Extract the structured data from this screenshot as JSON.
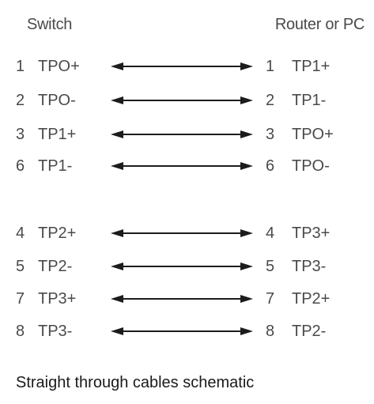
{
  "header": {
    "left_label": "Switch",
    "right_label": "Router or PC"
  },
  "colors": {
    "text": "#4a4a4a",
    "wire": "#1c1c1c",
    "background": "#ffffff"
  },
  "pairs": [
    {
      "left_pin": "1",
      "left_signal": "TPO+",
      "right_pin": "1",
      "right_signal": "TP1+"
    },
    {
      "left_pin": "2",
      "left_signal": "TPO-",
      "right_pin": "2",
      "right_signal": "TP1-"
    },
    {
      "left_pin": "3",
      "left_signal": "TP1+",
      "right_pin": "3",
      "right_signal": "TPO+"
    },
    {
      "left_pin": "6",
      "left_signal": "TP1-",
      "right_pin": "6",
      "right_signal": "TPO-"
    },
    {
      "left_pin": "4",
      "left_signal": "TP2+",
      "right_pin": "4",
      "right_signal": "TP3+"
    },
    {
      "left_pin": "5",
      "left_signal": "TP2-",
      "right_pin": "5",
      "right_signal": "TP3-"
    },
    {
      "left_pin": "7",
      "left_signal": "TP3+",
      "right_pin": "7",
      "right_signal": "TP2+"
    },
    {
      "left_pin": "8",
      "left_signal": "TP3-",
      "right_pin": "8",
      "right_signal": "TP2-"
    }
  ],
  "caption": "Straight through cables schematic"
}
